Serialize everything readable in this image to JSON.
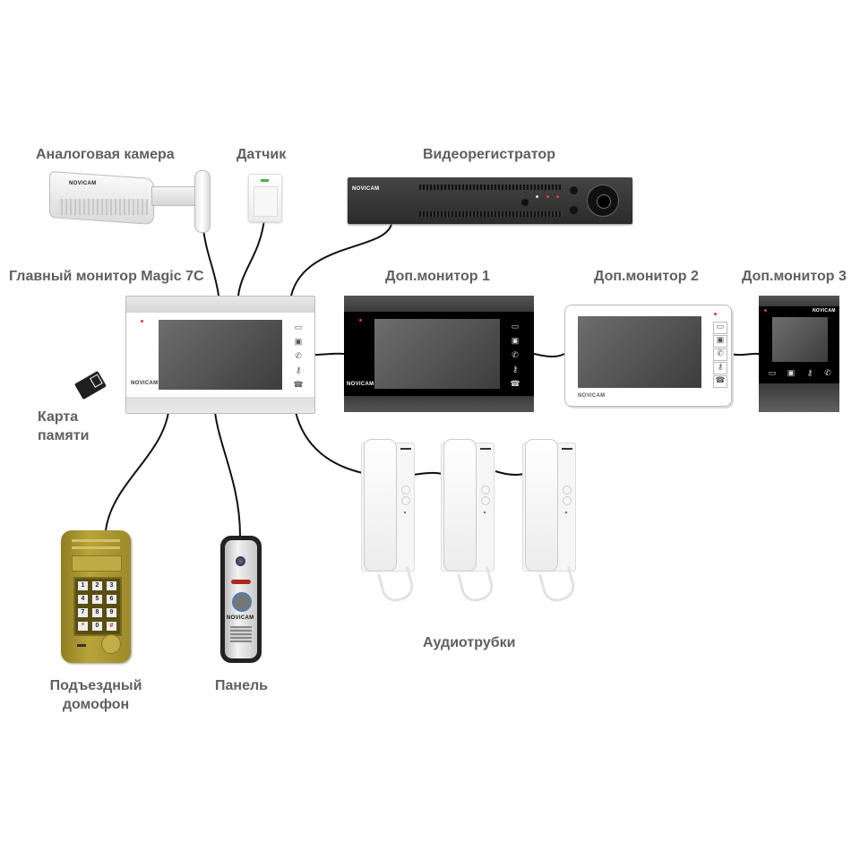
{
  "labels": {
    "camera": "Аналоговая камера",
    "sensor": "Датчик",
    "dvr": "Видеорегистратор",
    "main_monitor": "Главный монитор Magic 7C",
    "monitor1": "Доп.монитор 1",
    "monitor2": "Доп.монитор 2",
    "monitor3": "Доп.монитор 3",
    "memory_card_line1": "Карта",
    "memory_card_line2": "памяти",
    "entrance_intercom_line1": "Подъездный",
    "entrance_intercom_line2": "домофон",
    "panel": "Панель",
    "handsets": "Аудиотрубки"
  },
  "brand": "NOVICAM",
  "keypad": [
    "1",
    "2",
    "3",
    "4",
    "5",
    "6",
    "7",
    "8",
    "9",
    "*",
    "0",
    "#"
  ],
  "colors": {
    "label": "#5f5f5f",
    "wire": "#111111",
    "intercom_gold": "#a7922c",
    "led_red": "#e53935",
    "sensor_led": "#4caf50"
  }
}
